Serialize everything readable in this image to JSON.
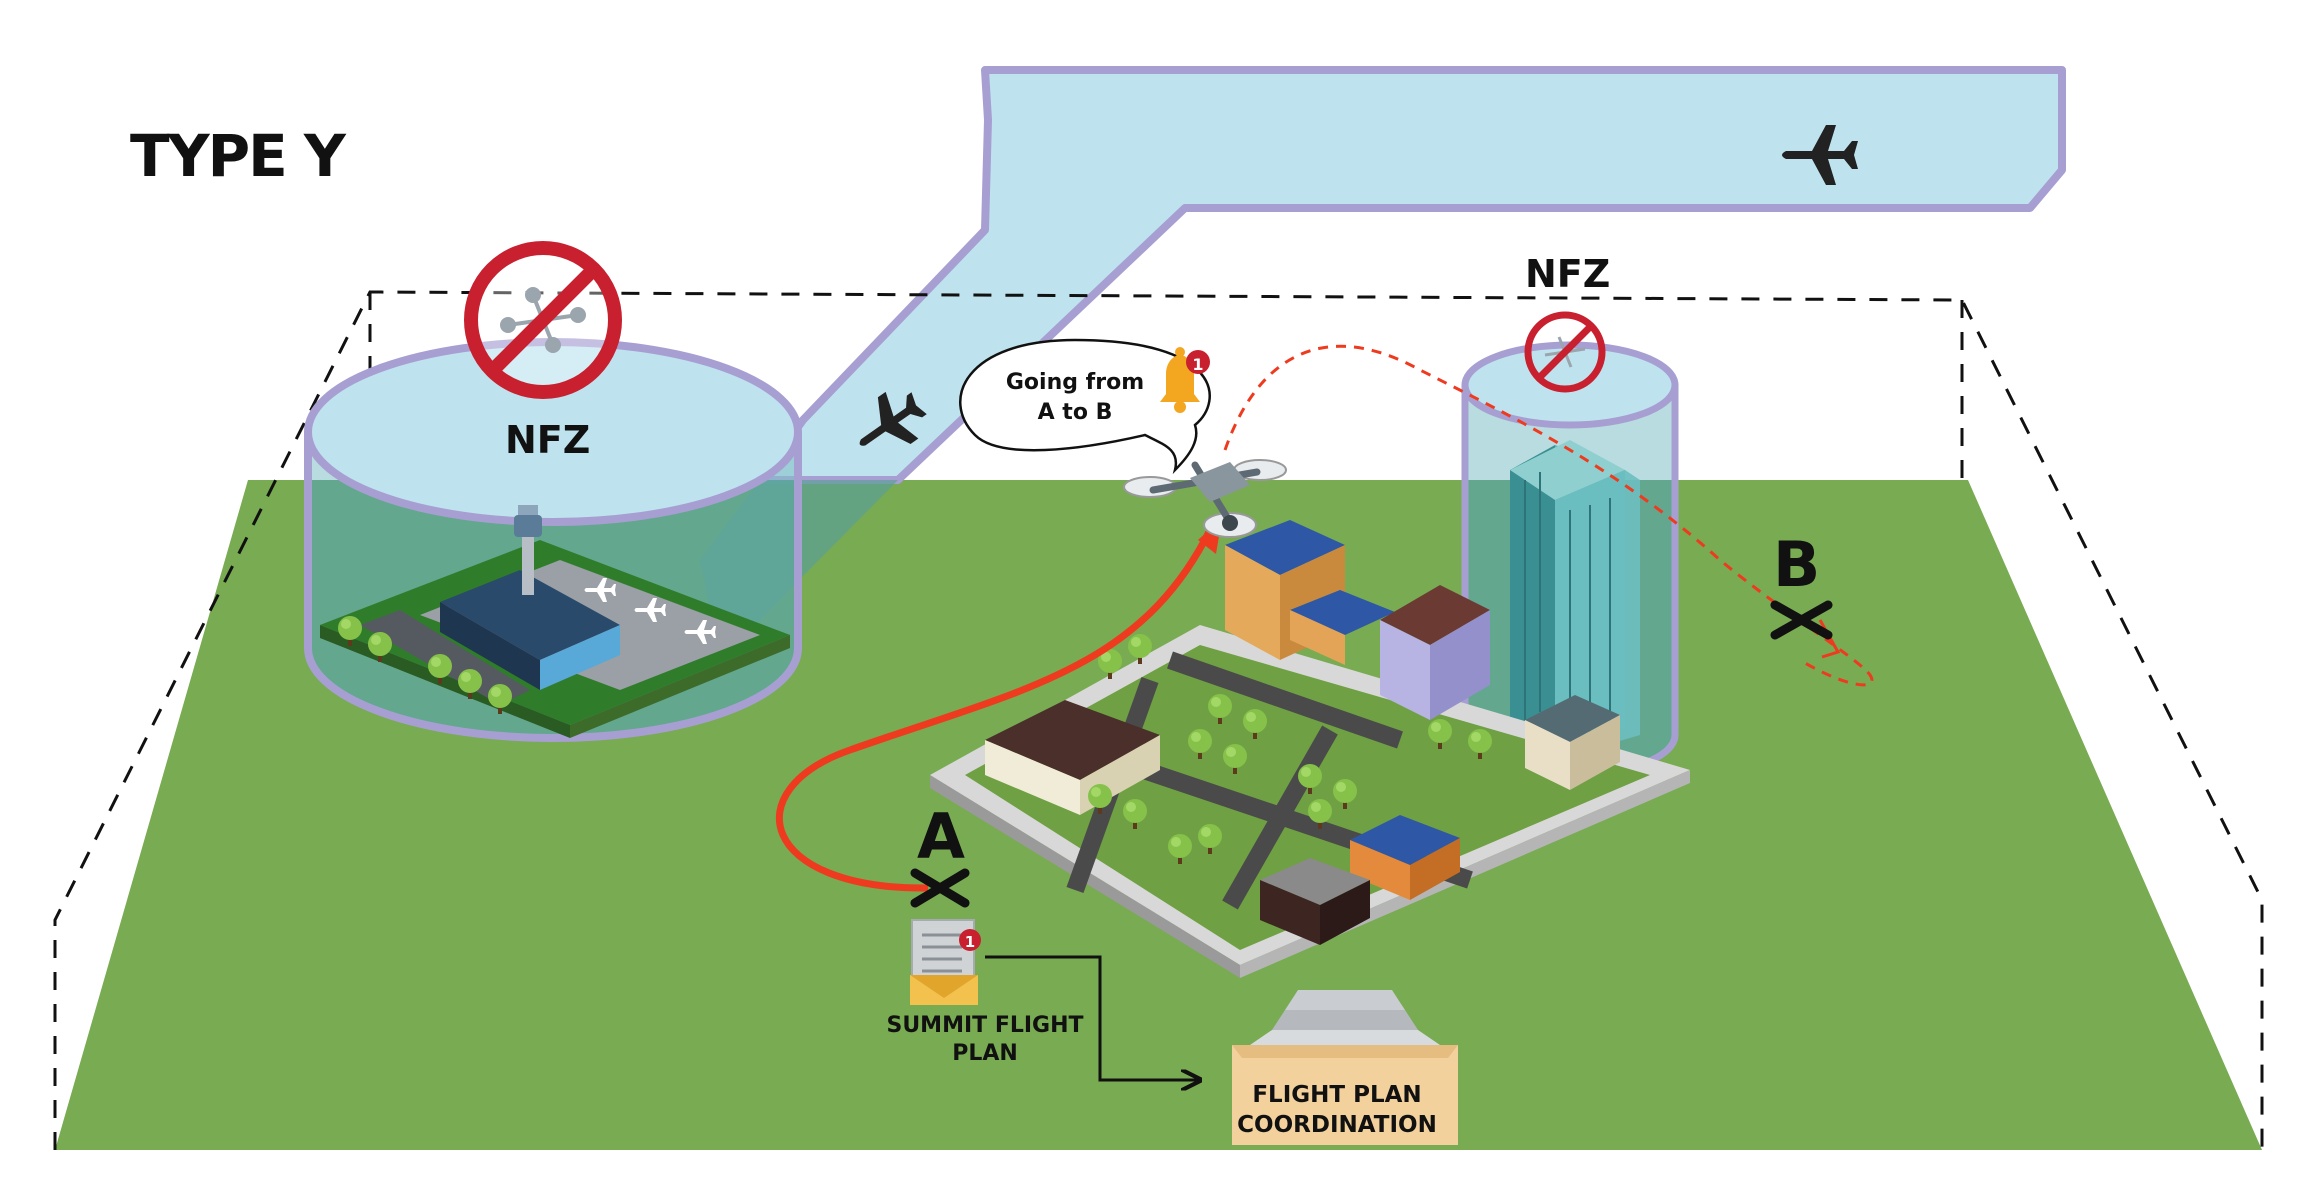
{
  "title": "TYPE Y",
  "nfz_zones": [
    {
      "label": "NFZ",
      "icon": "no-drone-icon"
    },
    {
      "label": "NFZ",
      "icon": "no-drone-icon"
    }
  ],
  "drone_message": {
    "line1": "Going from",
    "line2": "A to B",
    "notification_count": "1",
    "icon": "bell-icon"
  },
  "waypoints": {
    "start": "A",
    "end": "B"
  },
  "flight_plan": {
    "submit_line1": "SUMMIT FLIGHT",
    "submit_line2": "PLAN",
    "notification_count": "1",
    "coordination_line1": "FLIGHT PLAN",
    "coordination_line2": "COORDINATION"
  },
  "colors": {
    "ground": "#78ab52",
    "airspace_fill": "#bfe3ee",
    "airspace_border": "#a79fd2",
    "route_red": "#ee3b1f",
    "nfz_red": "#c8202f"
  }
}
